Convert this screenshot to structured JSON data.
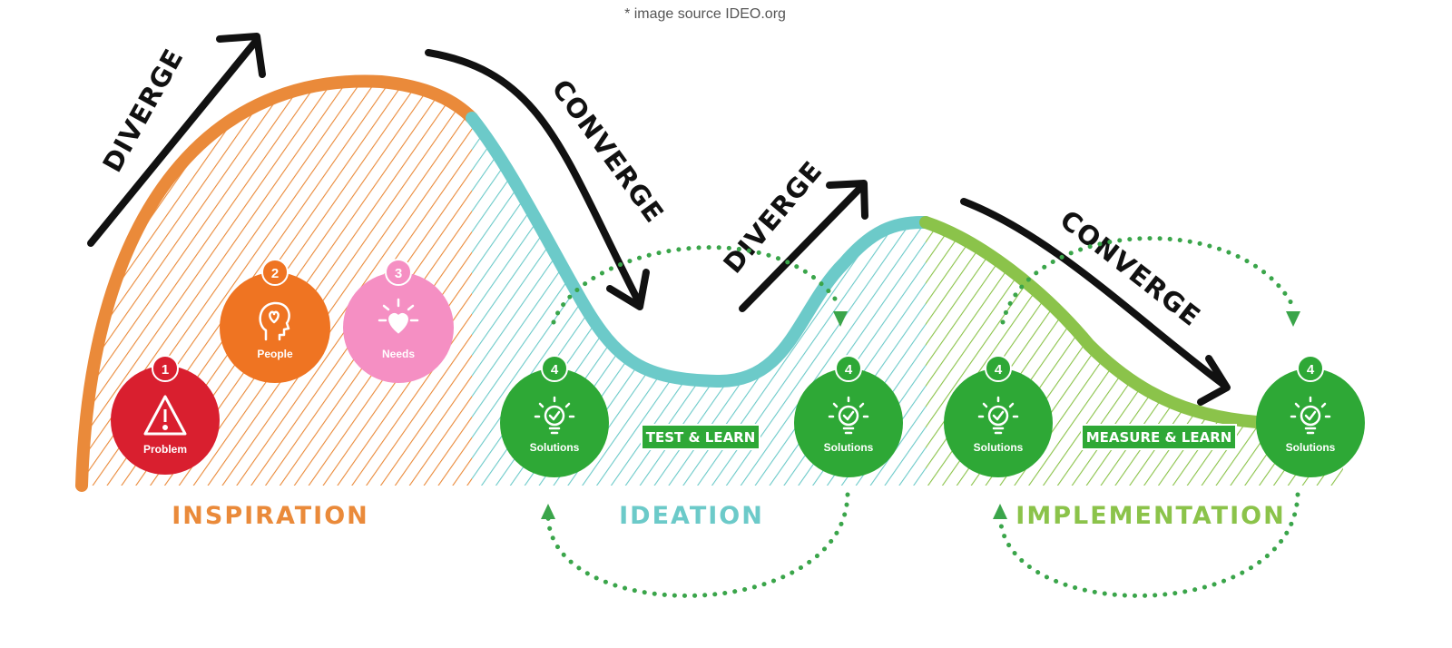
{
  "caption": "* image source IDEO.org",
  "arrows": {
    "diverge_1": "DIVERGE",
    "converge_1": "CONVERGE",
    "diverge_2": "DIVERGE",
    "converge_2": "CONVERGE"
  },
  "phases": [
    {
      "label": "INSPIRATION",
      "color": "#ea8a3a"
    },
    {
      "label": "IDEATION",
      "color": "#6ccac9"
    },
    {
      "label": "IMPLEMENTATION",
      "color": "#8bc34a"
    }
  ],
  "steps": [
    {
      "number": "1",
      "label": "Problem",
      "color": "#d91f2f",
      "icon": "warning-triangle-icon"
    },
    {
      "number": "2",
      "label": "People",
      "color": "#ef7422",
      "icon": "head-heart-icon"
    },
    {
      "number": "3",
      "label": "Needs",
      "color": "#f58fc3",
      "icon": "heart-burst-icon"
    },
    {
      "number": "4",
      "label": "Solutions",
      "color": "#2ea836",
      "icon": "lightbulb-check-icon"
    },
    {
      "number": "4",
      "label": "Solutions",
      "color": "#2ea836",
      "icon": "lightbulb-check-icon"
    },
    {
      "number": "4",
      "label": "Solutions",
      "color": "#2ea836",
      "icon": "lightbulb-check-icon"
    },
    {
      "number": "4",
      "label": "Solutions",
      "color": "#2ea836",
      "icon": "lightbulb-check-icon"
    }
  ],
  "loops": [
    {
      "label": "TEST & LEARN"
    },
    {
      "label": "MEASURE & LEARN"
    }
  ],
  "colors": {
    "inspiration": "#ea8a3a",
    "ideation": "#6ccac9",
    "implementation": "#8bc34a",
    "loop": "#3aa54a",
    "arrow": "#111111"
  }
}
